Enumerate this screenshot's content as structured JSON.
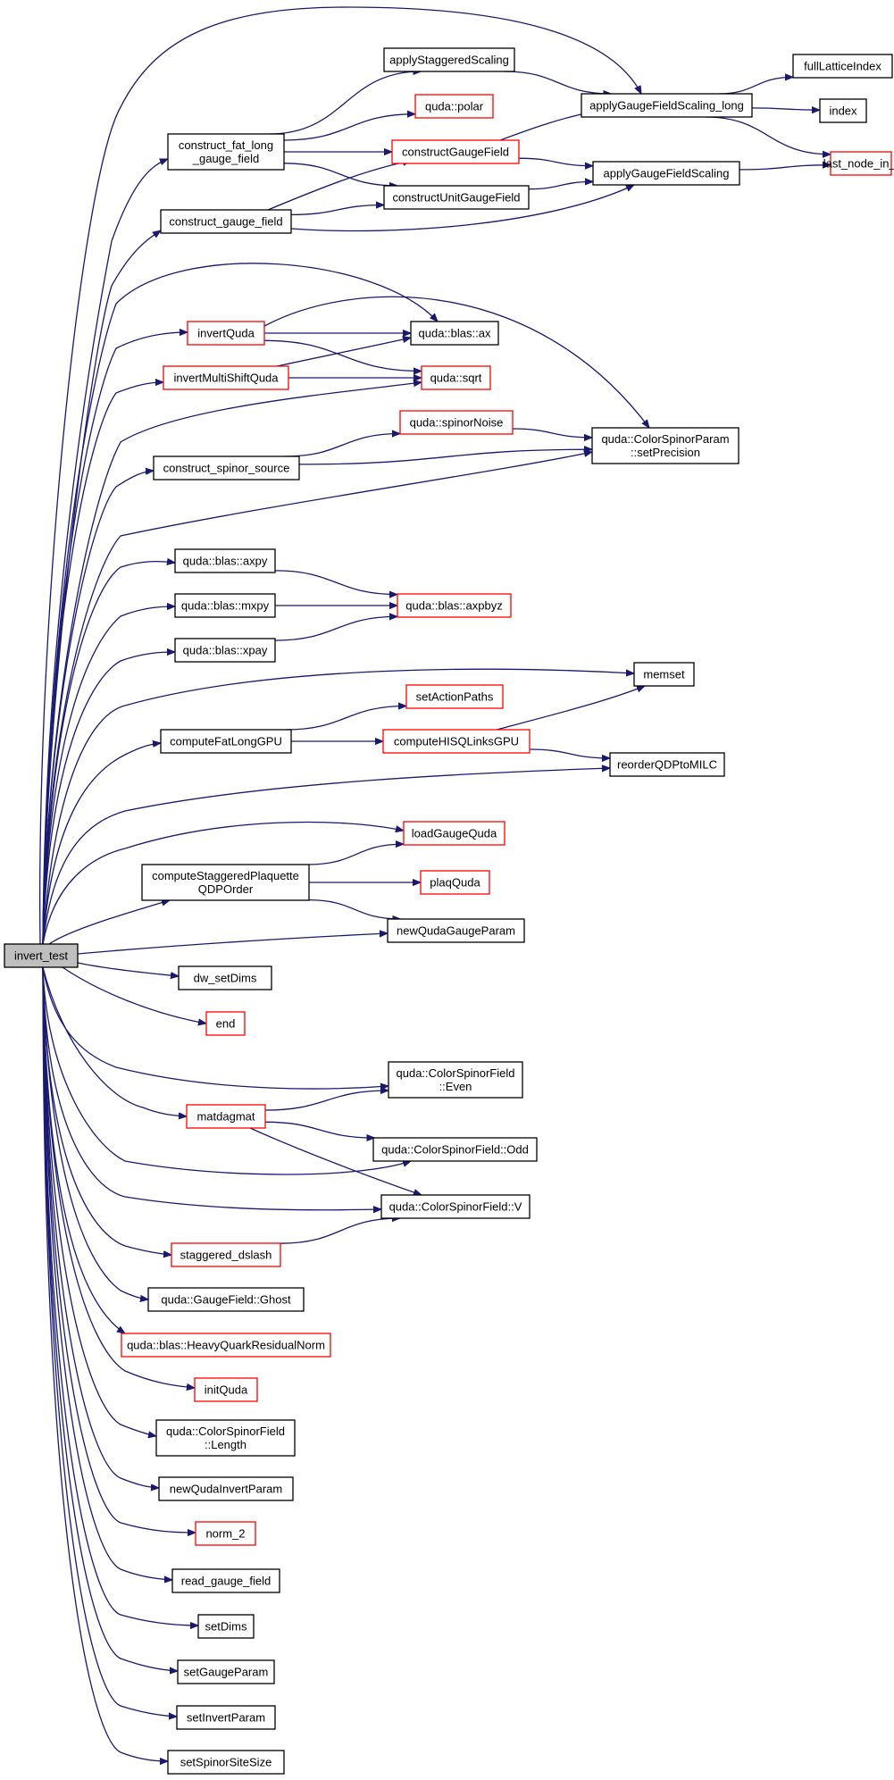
{
  "colors": {
    "edge": "#191970",
    "normal_border": "#000000",
    "red_border": "#ff0000",
    "root_fill": "#bfbfbf"
  },
  "nodes": {
    "invert_test": {
      "lines": [
        "invert_test"
      ],
      "border": "root"
    },
    "construct_fat_long_gauge_field": {
      "lines": [
        "construct_fat_long",
        "_gauge_field"
      ],
      "border": "black"
    },
    "construct_gauge_field": {
      "lines": [
        "construct_gauge_field"
      ],
      "border": "black"
    },
    "applyStaggeredScaling": {
      "lines": [
        "applyStaggeredScaling"
      ],
      "border": "black"
    },
    "quda_polar": {
      "lines": [
        "quda::polar"
      ],
      "border": "red"
    },
    "constructGaugeField": {
      "lines": [
        "constructGaugeField"
      ],
      "border": "red"
    },
    "constructUnitGaugeField": {
      "lines": [
        "constructUnitGaugeField"
      ],
      "border": "black"
    },
    "applyGaugeFieldScaling_long": {
      "lines": [
        "applyGaugeFieldScaling_long"
      ],
      "border": "black"
    },
    "applyGaugeFieldScaling": {
      "lines": [
        "applyGaugeFieldScaling"
      ],
      "border": "black"
    },
    "fullLatticeIndex": {
      "lines": [
        "fullLatticeIndex"
      ],
      "border": "black"
    },
    "index": {
      "lines": [
        "index"
      ],
      "border": "black"
    },
    "last_node_in_t": {
      "lines": [
        "last_node_in_t"
      ],
      "border": "red"
    },
    "invertQuda": {
      "lines": [
        "invertQuda"
      ],
      "border": "red"
    },
    "invertMultiShiftQuda": {
      "lines": [
        "invertMultiShiftQuda"
      ],
      "border": "red"
    },
    "quda_blas_ax": {
      "lines": [
        "quda::blas::ax"
      ],
      "border": "black"
    },
    "quda_sqrt": {
      "lines": [
        "quda::sqrt"
      ],
      "border": "red"
    },
    "construct_spinor_source": {
      "lines": [
        "construct_spinor_source"
      ],
      "border": "black"
    },
    "quda_spinorNoise": {
      "lines": [
        "quda::spinorNoise"
      ],
      "border": "red"
    },
    "setPrecision": {
      "lines": [
        "quda::ColorSpinorParam",
        "::setPrecision"
      ],
      "border": "black"
    },
    "quda_blas_axpy": {
      "lines": [
        "quda::blas::axpy"
      ],
      "border": "black"
    },
    "quda_blas_mxpy": {
      "lines": [
        "quda::blas::mxpy"
      ],
      "border": "black"
    },
    "quda_blas_xpay": {
      "lines": [
        "quda::blas::xpay"
      ],
      "border": "black"
    },
    "quda_blas_axpbyz": {
      "lines": [
        "quda::blas::axpbyz"
      ],
      "border": "red"
    },
    "memset": {
      "lines": [
        "memset"
      ],
      "border": "black"
    },
    "setActionPaths": {
      "lines": [
        "setActionPaths"
      ],
      "border": "red"
    },
    "computeFatLongGPU": {
      "lines": [
        "computeFatLongGPU"
      ],
      "border": "black"
    },
    "computeHISQLinksGPU": {
      "lines": [
        "computeHISQLinksGPU"
      ],
      "border": "red"
    },
    "reorderQDPtoMILC": {
      "lines": [
        "reorderQDPtoMILC"
      ],
      "border": "black"
    },
    "loadGaugeQuda": {
      "lines": [
        "loadGaugeQuda"
      ],
      "border": "red"
    },
    "computeStaggeredPlaquetteQDPOrder": {
      "lines": [
        "computeStaggeredPlaquette",
        "QDPOrder"
      ],
      "border": "black"
    },
    "plaqQuda": {
      "lines": [
        "plaqQuda"
      ],
      "border": "red"
    },
    "newQudaGaugeParam": {
      "lines": [
        "newQudaGaugeParam"
      ],
      "border": "black"
    },
    "dw_setDims": {
      "lines": [
        "dw_setDims"
      ],
      "border": "black"
    },
    "end": {
      "lines": [
        "end"
      ],
      "border": "red"
    },
    "csf_even": {
      "lines": [
        "quda::ColorSpinorField",
        "::Even"
      ],
      "border": "black"
    },
    "matdagmat": {
      "lines": [
        "matdagmat"
      ],
      "border": "red"
    },
    "csf_odd": {
      "lines": [
        "quda::ColorSpinorField::Odd"
      ],
      "border": "black"
    },
    "csf_v": {
      "lines": [
        "quda::ColorSpinorField::V"
      ],
      "border": "black"
    },
    "staggered_dslash": {
      "lines": [
        "staggered_dslash"
      ],
      "border": "red"
    },
    "gauge_ghost": {
      "lines": [
        "quda::GaugeField::Ghost"
      ],
      "border": "black"
    },
    "hqrn": {
      "lines": [
        "quda::blas::HeavyQuarkResidualNorm"
      ],
      "border": "red"
    },
    "initQuda": {
      "lines": [
        "initQuda"
      ],
      "border": "red"
    },
    "csf_length": {
      "lines": [
        "quda::ColorSpinorField",
        "::Length"
      ],
      "border": "black"
    },
    "newQudaInvertParam": {
      "lines": [
        "newQudaInvertParam"
      ],
      "border": "black"
    },
    "norm_2": {
      "lines": [
        "norm_2"
      ],
      "border": "red"
    },
    "read_gauge_field": {
      "lines": [
        "read_gauge_field"
      ],
      "border": "black"
    },
    "setDims": {
      "lines": [
        "setDims"
      ],
      "border": "black"
    },
    "setGaugeParam": {
      "lines": [
        "setGaugeParam"
      ],
      "border": "black"
    },
    "setInvertParam": {
      "lines": [
        "setInvertParam"
      ],
      "border": "black"
    },
    "setSpinorSiteSize": {
      "lines": [
        "setSpinorSiteSize"
      ],
      "border": "black"
    }
  },
  "edges": [
    [
      "invert_test",
      "applyGaugeFieldScaling_long"
    ],
    [
      "invert_test",
      "construct_fat_long_gauge_field"
    ],
    [
      "invert_test",
      "construct_gauge_field"
    ],
    [
      "invert_test",
      "quda_blas_ax"
    ],
    [
      "invert_test",
      "invertQuda"
    ],
    [
      "invert_test",
      "invertMultiShiftQuda"
    ],
    [
      "invert_test",
      "quda_sqrt"
    ],
    [
      "invert_test",
      "construct_spinor_source"
    ],
    [
      "invert_test",
      "setPrecision"
    ],
    [
      "invert_test",
      "quda_blas_axpy"
    ],
    [
      "invert_test",
      "quda_blas_mxpy"
    ],
    [
      "invert_test",
      "quda_blas_xpay"
    ],
    [
      "invert_test",
      "memset"
    ],
    [
      "invert_test",
      "computeFatLongGPU"
    ],
    [
      "invert_test",
      "reorderQDPtoMILC"
    ],
    [
      "invert_test",
      "loadGaugeQuda"
    ],
    [
      "invert_test",
      "computeStaggeredPlaquetteQDPOrder"
    ],
    [
      "invert_test",
      "newQudaGaugeParam"
    ],
    [
      "invert_test",
      "dw_setDims"
    ],
    [
      "invert_test",
      "end"
    ],
    [
      "invert_test",
      "csf_even"
    ],
    [
      "invert_test",
      "matdagmat"
    ],
    [
      "invert_test",
      "csf_odd"
    ],
    [
      "invert_test",
      "csf_v"
    ],
    [
      "invert_test",
      "staggered_dslash"
    ],
    [
      "invert_test",
      "gauge_ghost"
    ],
    [
      "invert_test",
      "hqrn"
    ],
    [
      "invert_test",
      "initQuda"
    ],
    [
      "invert_test",
      "csf_length"
    ],
    [
      "invert_test",
      "newQudaInvertParam"
    ],
    [
      "invert_test",
      "norm_2"
    ],
    [
      "invert_test",
      "read_gauge_field"
    ],
    [
      "invert_test",
      "setDims"
    ],
    [
      "invert_test",
      "setGaugeParam"
    ],
    [
      "invert_test",
      "setInvertParam"
    ],
    [
      "invert_test",
      "setSpinorSiteSize"
    ],
    [
      "construct_fat_long_gauge_field",
      "applyStaggeredScaling"
    ],
    [
      "construct_fat_long_gauge_field",
      "quda_polar"
    ],
    [
      "construct_fat_long_gauge_field",
      "constructGaugeField"
    ],
    [
      "construct_fat_long_gauge_field",
      "constructUnitGaugeField"
    ],
    [
      "construct_gauge_field",
      "constructGaugeField"
    ],
    [
      "construct_gauge_field",
      "constructUnitGaugeField"
    ],
    [
      "construct_gauge_field",
      "applyGaugeFieldScaling"
    ],
    [
      "applyStaggeredScaling",
      "applyGaugeFieldScaling_long"
    ],
    [
      "constructGaugeField",
      "applyGaugeFieldScaling_long"
    ],
    [
      "constructGaugeField",
      "applyGaugeFieldScaling"
    ],
    [
      "constructUnitGaugeField",
      "applyGaugeFieldScaling"
    ],
    [
      "applyGaugeFieldScaling_long",
      "fullLatticeIndex"
    ],
    [
      "applyGaugeFieldScaling_long",
      "index"
    ],
    [
      "applyGaugeFieldScaling_long",
      "last_node_in_t"
    ],
    [
      "applyGaugeFieldScaling",
      "last_node_in_t"
    ],
    [
      "invertQuda",
      "quda_blas_ax"
    ],
    [
      "invertQuda",
      "quda_sqrt"
    ],
    [
      "invertQuda",
      "setPrecision"
    ],
    [
      "invertMultiShiftQuda",
      "quda_blas_ax"
    ],
    [
      "invertMultiShiftQuda",
      "quda_sqrt"
    ],
    [
      "construct_spinor_source",
      "quda_spinorNoise"
    ],
    [
      "construct_spinor_source",
      "setPrecision"
    ],
    [
      "quda_spinorNoise",
      "setPrecision"
    ],
    [
      "quda_blas_axpy",
      "quda_blas_axpbyz"
    ],
    [
      "quda_blas_mxpy",
      "quda_blas_axpbyz"
    ],
    [
      "quda_blas_xpay",
      "quda_blas_axpbyz"
    ],
    [
      "computeFatLongGPU",
      "setActionPaths"
    ],
    [
      "computeFatLongGPU",
      "computeHISQLinksGPU"
    ],
    [
      "computeHISQLinksGPU",
      "memset"
    ],
    [
      "computeHISQLinksGPU",
      "reorderQDPtoMILC"
    ],
    [
      "computeStaggeredPlaquetteQDPOrder",
      "loadGaugeQuda"
    ],
    [
      "computeStaggeredPlaquetteQDPOrder",
      "plaqQuda"
    ],
    [
      "computeStaggeredPlaquetteQDPOrder",
      "newQudaGaugeParam"
    ],
    [
      "matdagmat",
      "csf_even"
    ],
    [
      "matdagmat",
      "csf_odd"
    ],
    [
      "matdagmat",
      "csf_v"
    ],
    [
      "staggered_dslash",
      "csf_v"
    ]
  ]
}
